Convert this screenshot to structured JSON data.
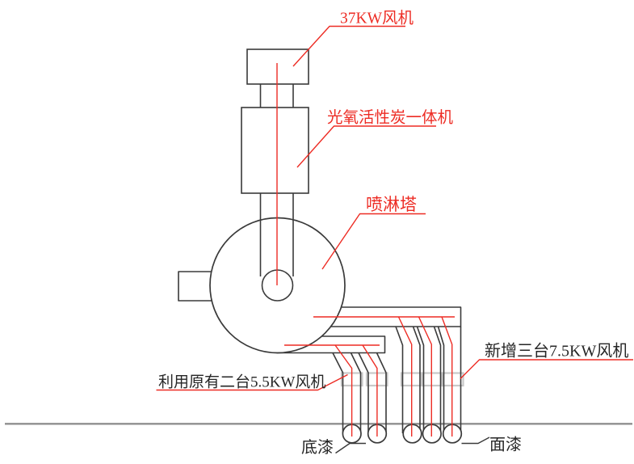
{
  "labels": {
    "fan_37kw": "37KW风机",
    "uv_carbon_unit": "光氧活性炭一体机",
    "spray_tower": "喷淋塔",
    "new_fans_right": "新增三台7.5KW风机",
    "existing_fans_left": "利用原有二台5.5KW风机",
    "primer_booth": "底漆",
    "topcoat_booth": "面漆"
  },
  "colors": {
    "annotation_red": "#ed2c24",
    "diagram_line_black": "#3a3a3a",
    "fan_marker_gray": "#c9c9c9",
    "ground_line_gray": "#8f8f8f",
    "label_text_black": "#262626",
    "background": "#ffffff"
  }
}
